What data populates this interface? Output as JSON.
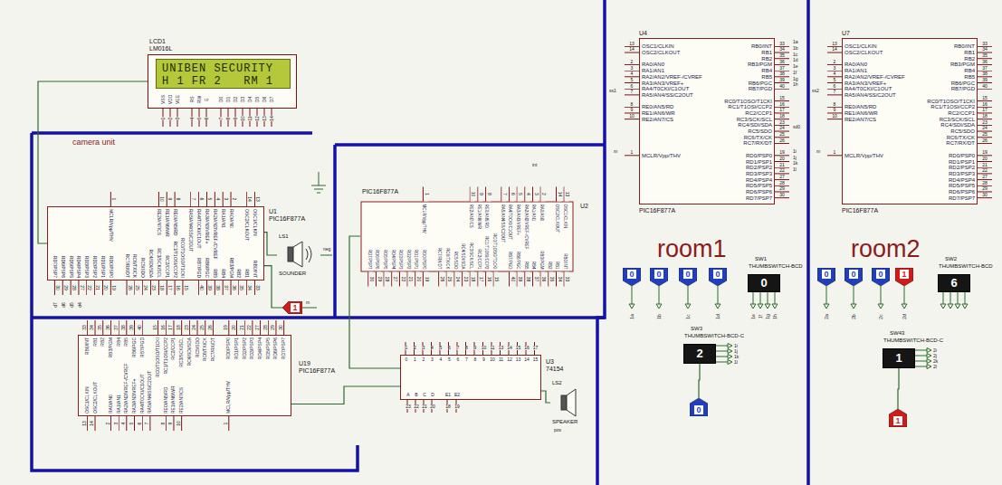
{
  "diagram": {
    "nodes": [
      {
        "text": [
          "LCD1",
          "LM016L",
          "VSS",
          "VDD",
          "VEE",
          "RS",
          "RW",
          "E",
          "D0",
          "D1",
          "D2",
          "D3",
          "D4",
          "D5",
          "D6",
          "D7",
          "1",
          "2",
          "3",
          "4",
          "5",
          "6",
          "7",
          "8",
          "9",
          "10",
          "11",
          "12",
          "13",
          "14"
        ]
      },
      {
        "text": [
          "UNIBEN SECURITY",
          "H 1 FR 2   RM 1"
        ],
        "in": 0
      },
      {
        "text": [
          "U1",
          "PIC16F877A",
          "OSC1/CLKIN",
          "OSC2/CLKOUT",
          "RA0/AN0",
          "RA1/AN1",
          "RA2/AN2/VREF-/CVREF",
          "RA3/AN3/VREF+",
          "RA4/T0CKI/C1OUT",
          "RA5/AN4/SS/C2OUT",
          "RE0/AN5/RD",
          "RE1/AN6/WR",
          "RE2/AN7/CS",
          "MCLR/Vpp/THV",
          "RB0/INT",
          "RB1",
          "RB2",
          "RB3/PGM",
          "RB4",
          "RB5",
          "RB6/PGC",
          "RB7/PGD",
          "RC0/T1OSO/T1CKI",
          "RC1/T1OSI/CCP2",
          "RC2/CCP1",
          "RC3/SCK/SCL",
          "RC4/SDI/SDA",
          "RC5/SDO",
          "RC6/TX/CK",
          "RC7/RX/DT",
          "RD0/PSP0",
          "RD1/PSP1",
          "RD2/PSP2",
          "RD3/PSP3",
          "RD4/PSP4",
          "RD5/PSP5",
          "RD6/PSP6",
          "RD7/PSP7",
          "13",
          "14",
          "2",
          "3",
          "4",
          "5",
          "6",
          "7",
          "8",
          "9",
          "10",
          "1",
          "33",
          "34",
          "35",
          "36",
          "37",
          "38",
          "39",
          "40",
          "15",
          "16",
          "17",
          "18",
          "23",
          "24",
          "25",
          "26",
          "19",
          "20",
          "21",
          "22",
          "27",
          "28",
          "29",
          "30"
        ]
      },
      {
        "text": [
          "LS1",
          "SOUNDER"
        ]
      },
      {
        "text": [
          "1"
        ]
      },
      {
        "text": [
          "U2",
          "PIC16F877A",
          "OSC1/CLKIN",
          "OSC2/CLKOUT",
          "RA0/AN0",
          "RA1/AN1",
          "RA2/AN2/VREF-/CVREF",
          "RA3/AN3/VREF+",
          "RA4/T0CKI/C1OUT",
          "RA5/AN4/SS/C2OUT",
          "RE0/AN5/RD",
          "RE1/AN6/WR",
          "RE2/AN7/CS",
          "MCLR/Vpp/THV",
          "RB0/INT",
          "RB1",
          "RB2",
          "RB3/PGM",
          "RB4",
          "RB5",
          "RB6/PGC",
          "RB7/PGD",
          "RC0/T1OSO/T1CKI",
          "RC1/T1OSI/CCP2",
          "RC2/CCP1",
          "RC3/SCK/SCL",
          "RC4/SDI/SDA",
          "RC5/SDO",
          "RC6/TX/CK",
          "RC7/RX/DT",
          "RD0/PSP0",
          "RD1/PSP1",
          "RD2/PSP2",
          "RD3/PSP3",
          "RD4/PSP4",
          "RD5/PSP5",
          "RD6/PSP6",
          "RD7/PSP7",
          "13",
          "14",
          "2",
          "3",
          "4",
          "5",
          "6",
          "7",
          "8",
          "9",
          "10",
          "1",
          "33",
          "34",
          "35",
          "36",
          "37",
          "38",
          "39",
          "40",
          "15",
          "16",
          "17",
          "18",
          "23",
          "24",
          "25",
          "26",
          "19",
          "20",
          "21",
          "22",
          "27",
          "28",
          "29",
          "30"
        ]
      },
      {
        "text": [
          "U3",
          "74154",
          "0",
          "1",
          "2",
          "3",
          "4",
          "5",
          "6",
          "7",
          "8",
          "9",
          "10",
          "11",
          "12",
          "13",
          "14",
          "15",
          "A",
          "B",
          "C",
          "D",
          "E1",
          "E2",
          "1",
          "2",
          "3",
          "4",
          "5",
          "6",
          "7",
          "8",
          "9",
          "10",
          "11",
          "13",
          "14",
          "15",
          "16",
          "17",
          "23",
          "22",
          "21",
          "20",
          "18",
          "19"
        ]
      },
      {
        "text": [
          "LS2",
          "SPEAKER"
        ]
      },
      {
        "text": [
          "U19",
          "PIC16F877A",
          "OSC1/CLKIN",
          "OSC2/CLKOUT",
          "RA0/AN0",
          "RA1/AN1",
          "RA2/AN2/VREF-/CVREF",
          "RA3/AN3/VREF+",
          "RA4/T0CKI/C1OUT",
          "RA5/AN4/SS/C2OUT",
          "RE0/AN5/RD",
          "RE1/AN6/WR",
          "RE2/AN7/CS",
          "MCLR/Vpp/THV",
          "RB0/INT",
          "RB1",
          "RB2",
          "RB3/PGM",
          "RB4",
          "RB5",
          "RB6/PGC",
          "RB7/PGD",
          "RC0/T1OSO/T1CKI",
          "RC1/T1OSI/CCP2",
          "RC2/CCP1",
          "RC3/SCK/SCL",
          "RC4/SDI/SDA",
          "RC5/SDO",
          "RC6/TX/CK",
          "RC7/RX/DT",
          "RD0/PSP0",
          "RD1/PSP1",
          "RD2/PSP2",
          "RD3/PSP3",
          "RD4/PSP4",
          "RD5/PSP5",
          "RD6/PSP6",
          "RD7/PSP7",
          "13",
          "14",
          "2",
          "3",
          "4",
          "5",
          "6",
          "7",
          "8",
          "9",
          "10",
          "1",
          "33",
          "34",
          "35",
          "36",
          "37",
          "38",
          "39",
          "40",
          "15",
          "16",
          "17",
          "18",
          "23",
          "24",
          "25",
          "26",
          "19",
          "20",
          "21",
          "22",
          "27",
          "28",
          "29",
          "30"
        ]
      },
      {
        "text": [
          "U4",
          "PIC16F877A",
          "OSC1/CLKIN",
          "OSC2/CLKOUT",
          "RA0/AN0",
          "RA1/AN1",
          "RA2/AN2/VREF-/CVREF",
          "RA3/AN3/VREF+",
          "RA4/T0CKI/C1OUT",
          "RA5/AN4/SS/C2OUT",
          "RE0/AN5/RD",
          "RE1/AN6/WR",
          "RE2/AN7/CS",
          "MCLR/Vpp/THV",
          "RB0/INT",
          "RB1",
          "RB2",
          "RB3/PGM",
          "RB4",
          "RB5",
          "RB6/PGC",
          "RB7/PGD",
          "RC0/T1OSO/T1CKI",
          "RC1/T1OSI/CCP2",
          "RC2/CCP1",
          "RC3/SCK/SCL",
          "RC4/SDI/SDA",
          "RC5/SDO",
          "RC6/TX/CK",
          "RC7/RX/DT",
          "RD0/PSP0",
          "RD1/PSP1",
          "RD2/PSP2",
          "RD3/PSP3",
          "RD4/PSP4",
          "RD5/PSP5",
          "RD6/PSP6",
          "RD7/PSP7",
          "13",
          "14",
          "2",
          "3",
          "4",
          "5",
          "6",
          "7",
          "8",
          "9",
          "10",
          "1",
          "33",
          "34",
          "35",
          "36",
          "37",
          "38",
          "39",
          "40",
          "15",
          "16",
          "17",
          "18",
          "23",
          "24",
          "25",
          "26",
          "19",
          "20",
          "21",
          "22",
          "27",
          "28",
          "29",
          "30"
        ]
      },
      {
        "text": [
          "U7",
          "PIC16F877A",
          "OSC1/CLKIN",
          "OSC2/CLKOUT",
          "RA0/AN0",
          "RA1/AN1",
          "RA2/AN2/VREF-/CVREF",
          "RA3/AN3/VREF+",
          "RA4/T0CKI/C1OUT",
          "RA5/AN4/SS/C2OUT",
          "RE0/AN5/RD",
          "RE1/AN6/WR",
          "RE2/AN7/CS",
          "MCLR/Vpp/THV",
          "RB0/INT",
          "RB1",
          "RB2",
          "RB3/PGM",
          "RB4",
          "RB5",
          "RB6/PGC",
          "RB7/PGD",
          "RC0/T1OSO/T1CKI",
          "RC1/T1OSI/CCP2",
          "RC2/CCP1",
          "RC3/SCK/SCL",
          "RC4/SDI/SDA",
          "RC5/SDO",
          "RC6/TX/CK",
          "RC7/RX/DT",
          "RD0/PSP0",
          "RD1/PSP1",
          "RD2/PSP2",
          "RD3/PSP3",
          "RD4/PSP4",
          "RD5/PSP5",
          "RD6/PSP6",
          "RD7/PSP7",
          "13",
          "14",
          "2",
          "3",
          "4",
          "5",
          "6",
          "7",
          "8",
          "9",
          "10",
          "1",
          "33",
          "34",
          "35",
          "36",
          "37",
          "38",
          "39",
          "40",
          "15",
          "16",
          "17",
          "18",
          "23",
          "24",
          "25",
          "26",
          "19",
          "20",
          "21",
          "22",
          "27",
          "28",
          "29",
          "30"
        ]
      },
      {
        "text": [
          "0"
        ]
      },
      {
        "text": [
          "0"
        ]
      },
      {
        "text": [
          "0"
        ]
      },
      {
        "text": [
          "0"
        ]
      },
      {
        "text": [
          "SW1",
          "THUMBSWITCH-BCD",
          "0"
        ]
      },
      {
        "text": [
          "SW3",
          "THUMBSWITCH-BCD-C",
          "2"
        ]
      },
      {
        "text": [
          "0"
        ]
      },
      {
        "text": [
          "0"
        ]
      },
      {
        "text": [
          "0"
        ]
      },
      {
        "text": [
          "0"
        ]
      },
      {
        "text": [
          "1"
        ]
      },
      {
        "text": [
          "SW2",
          "THUMBSWITCH-BCD",
          "6"
        ]
      },
      {
        "text": [
          "SW43",
          "THUMBSWITCH-BCD-C",
          "1"
        ]
      },
      {
        "text": [
          "1"
        ]
      }
    ],
    "edges": [
      {
        "from": 0,
        "to": 2,
        "arrow": "none"
      },
      {
        "from": 2,
        "to": 3,
        "arrow": "none"
      },
      {
        "from": 4,
        "to": 2,
        "arrow": "none"
      },
      {
        "from": 5,
        "to": 6,
        "arrow": "none"
      },
      {
        "from": 6,
        "to": 7,
        "arrow": "none"
      },
      {
        "from": 8,
        "to": 6,
        "arrow": "none"
      },
      {
        "from": 16,
        "to": 17,
        "arrow": "none"
      },
      {
        "from": 23,
        "to": 24,
        "arrow": "none"
      }
    ],
    "labels": [
      "camera unit",
      "room1",
      "room2",
      "ss1",
      "ss2",
      "m",
      "m",
      "sd0",
      "int",
      "neg",
      "m",
      "pos",
      "d7",
      "d6",
      "d5",
      "d4",
      "1a",
      "1b",
      "1c",
      "1d",
      "1e",
      "1f",
      "1g",
      "1h",
      "1i",
      "1j",
      "1k",
      "1l",
      "2a",
      "2b",
      "2c",
      "2d",
      "2i",
      "2j",
      "2k",
      "2l",
      "1a",
      "1b",
      "1c",
      "1d",
      "1e",
      "1f",
      "1g",
      "1h",
      "1i",
      "1j",
      "1k",
      "1l"
    ]
  }
}
